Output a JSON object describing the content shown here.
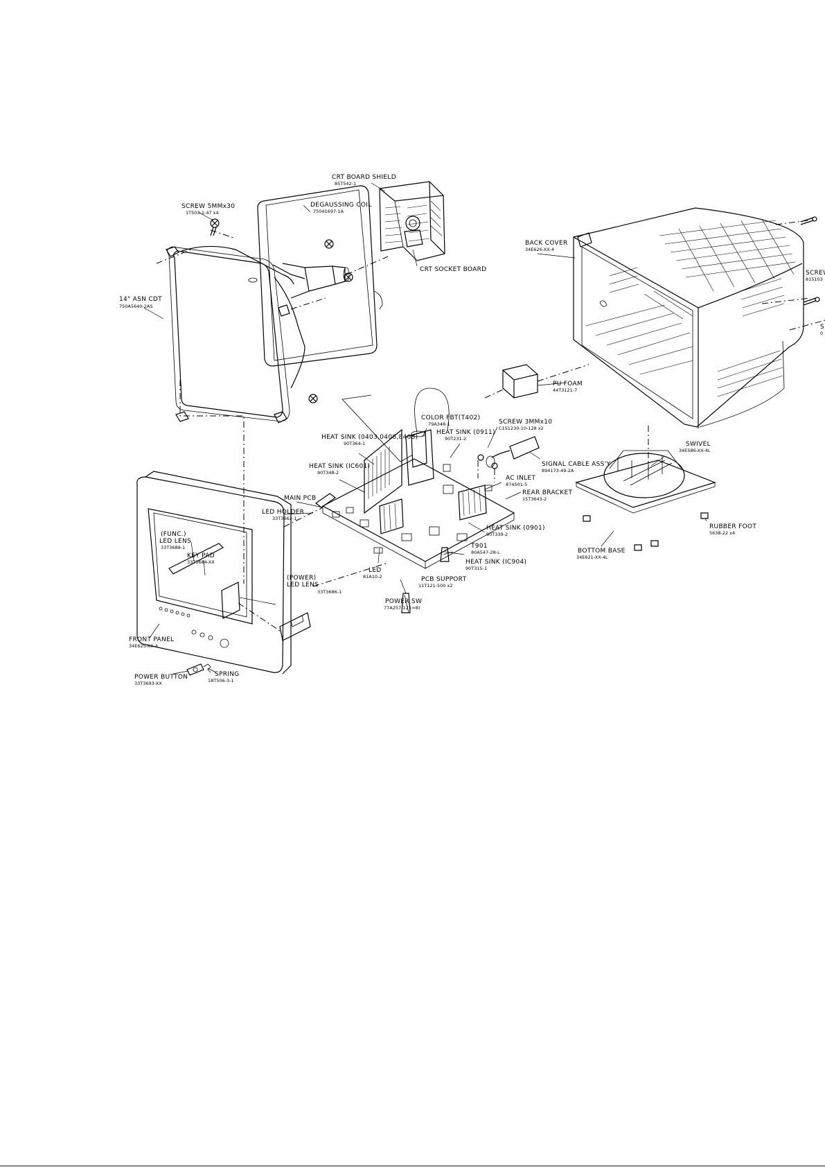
{
  "labels": [
    {
      "id": "crt-board-shield",
      "name": "CRT BOARD SHIELD",
      "part": "85T542-1"
    },
    {
      "id": "screw-5mm",
      "name": "SCREW 5MMx30",
      "part": "1T503-1-47 x4"
    },
    {
      "id": "degaussing-coil",
      "name": "DEGAUSSING COIL",
      "part": "75041697-1A"
    },
    {
      "id": "crt-socket-board",
      "name": "CRT SOCKET BOARD",
      "part": ""
    },
    {
      "id": "crt",
      "name": "14\" ASN CDT",
      "part": "750A5640-2AS"
    },
    {
      "id": "back-cover",
      "name": "BACK COVER",
      "part": "34E626-XX-4"
    },
    {
      "id": "screw-right",
      "name": "SCREW",
      "part": "815103"
    },
    {
      "id": "screw-right-2",
      "name": "S",
      "part": "0"
    },
    {
      "id": "pu-foam",
      "name": "PU FOAM",
      "part": "44T3121-7"
    },
    {
      "id": "color-fbt",
      "name": "COLOR FBT(T402)",
      "part": "79A348-1"
    },
    {
      "id": "heat-sink-0911",
      "name": "HEAT SINK (0911)",
      "part": "90T231-2"
    },
    {
      "id": "screw-3mm",
      "name": "SCREW 3MMx10",
      "part": "C1S1230-10-128 x2"
    },
    {
      "id": "heat-sink-0403",
      "name": "HEAT SINK (0403,0406,8408)",
      "part": "90T364-1"
    },
    {
      "id": "heat-sink-ic601",
      "name": "HEAT SINK (IC601)",
      "part": "90T348-2"
    },
    {
      "id": "signal-cable",
      "name": "SIGNAL CABLE ASS'Y",
      "part": "894173-49-2A"
    },
    {
      "id": "ac-inlet",
      "name": "AC INLET",
      "part": "874501-5"
    },
    {
      "id": "rear-bracket",
      "name": "REAR BRACKET",
      "part": "15T3643-2"
    },
    {
      "id": "swivel",
      "name": "SWIVEL",
      "part": "34E586-XX-4L"
    },
    {
      "id": "main-pcb",
      "name": "MAIN PCB",
      "part": ""
    },
    {
      "id": "led-holder",
      "name": "LED HOLDER",
      "part": "33T3662-1"
    },
    {
      "id": "func-led-lens",
      "name": "(FUNC.)\nLED LENS",
      "part": "33T3688-1"
    },
    {
      "id": "key-pad",
      "name": "KEY PAD",
      "part": "33T3684-XX"
    },
    {
      "id": "power-led-lens",
      "name": "(POWER)\nLED LENS",
      "part": "33T3686-1"
    },
    {
      "id": "heat-sink-0901",
      "name": "HEAT SINK (0901)",
      "part": "90T339-2"
    },
    {
      "id": "t901",
      "name": "T901",
      "part": "80A547-28-L"
    },
    {
      "id": "heat-sink-ic904",
      "name": "HEAT SINK (IC904)",
      "part": "90T315-1"
    },
    {
      "id": "led",
      "name": "LED",
      "part": "81A10-2"
    },
    {
      "id": "pcb-support",
      "name": "PCB SUPPORT",
      "part": "11T121-500 x2"
    },
    {
      "id": "power-sw",
      "name": "POWER SW",
      "part": "77A257-12 (=8)"
    },
    {
      "id": "front-panel",
      "name": "FRONT PANEL",
      "part": "34E625-XX-4"
    },
    {
      "id": "power-button",
      "name": "POWER BUTTON",
      "part": "33T3693-XX"
    },
    {
      "id": "spring",
      "name": "SPRING",
      "part": "18T506-3-1"
    },
    {
      "id": "rubber-foot",
      "name": "RUBBER FOOT",
      "part": "5638-22 x4"
    },
    {
      "id": "bottom-base",
      "name": "BOTTOM BASE",
      "part": "34E621-XX-4L"
    }
  ]
}
